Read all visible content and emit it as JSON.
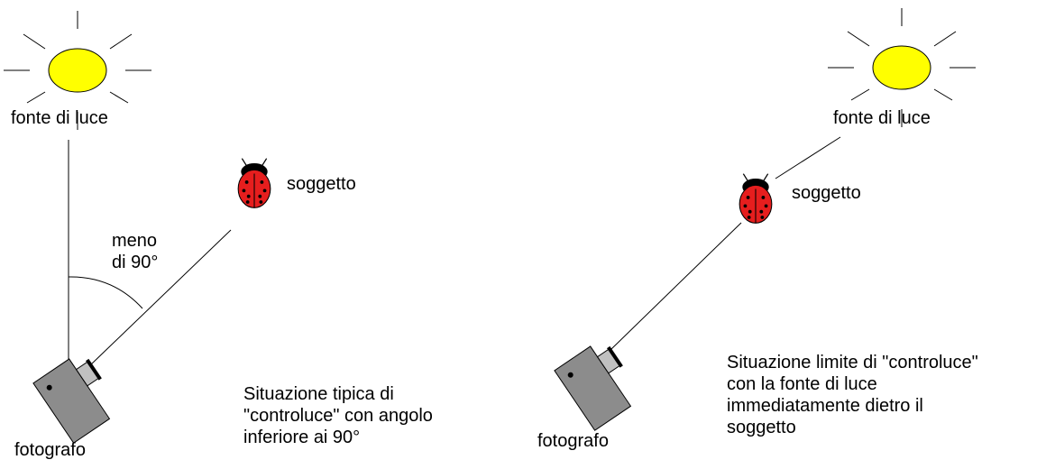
{
  "left_scene": {
    "light_label": "fonte di luce",
    "subject_label": "soggetto",
    "angle_label": "meno\ndi 90°",
    "photographer_label": "fotografo",
    "caption": "Situazione tipica di\n\"controluce\" con angolo\ninferiore ai 90°"
  },
  "right_scene": {
    "light_label": "fonte di luce",
    "subject_label": "soggetto",
    "photographer_label": "fotografo",
    "caption": "Situazione limite di \"controluce\"\ncon la fonte di luce\nimmediatamente  dietro il\nsoggetto"
  },
  "colors": {
    "sun": "#ffff00",
    "ladybug_body": "#e61e1e",
    "ladybug_spots": "#000000",
    "camera_body": "#8c8c8c",
    "lens": "#c0c0c0",
    "lines": "#000000"
  },
  "icons": [
    "sun-icon",
    "ladybug-icon",
    "camera-icon"
  ]
}
